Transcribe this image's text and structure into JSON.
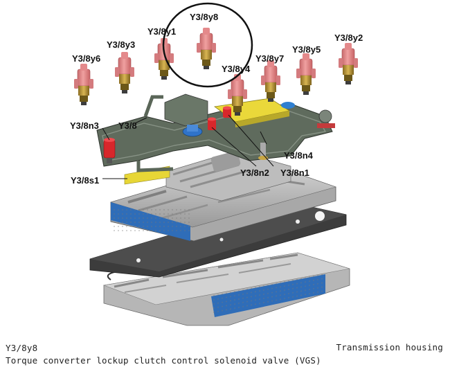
{
  "labels": {
    "y6": "Y3/8y6",
    "y3": "Y3/8y3",
    "y1": "Y3/8y1",
    "y8": "Y3/8y8",
    "y4": "Y3/8y4",
    "y7": "Y3/8y7",
    "y5": "Y3/8y5",
    "y2": "Y3/8y2",
    "n3": "Y3/8n3",
    "main": "Y3/8",
    "n4": "Y3/8n4",
    "n2": "Y3/8n2",
    "n1": "Y3/8n1",
    "s1": "Y3/8s1"
  },
  "caption": {
    "code": "Y3/8y8",
    "description": "Torque converter lockup clutch control solenoid valve (VGS)",
    "location": "Transmission housing"
  },
  "colors": {
    "solenoid_cap": "#e8898a",
    "solenoid_body": "#c9a642",
    "sensor_red": "#d8272b",
    "accent_yellow": "#efe13a",
    "accent_blue": "#2f73c9",
    "valve_body": "#bfbfbf",
    "gasket": "#4a4a4a"
  }
}
